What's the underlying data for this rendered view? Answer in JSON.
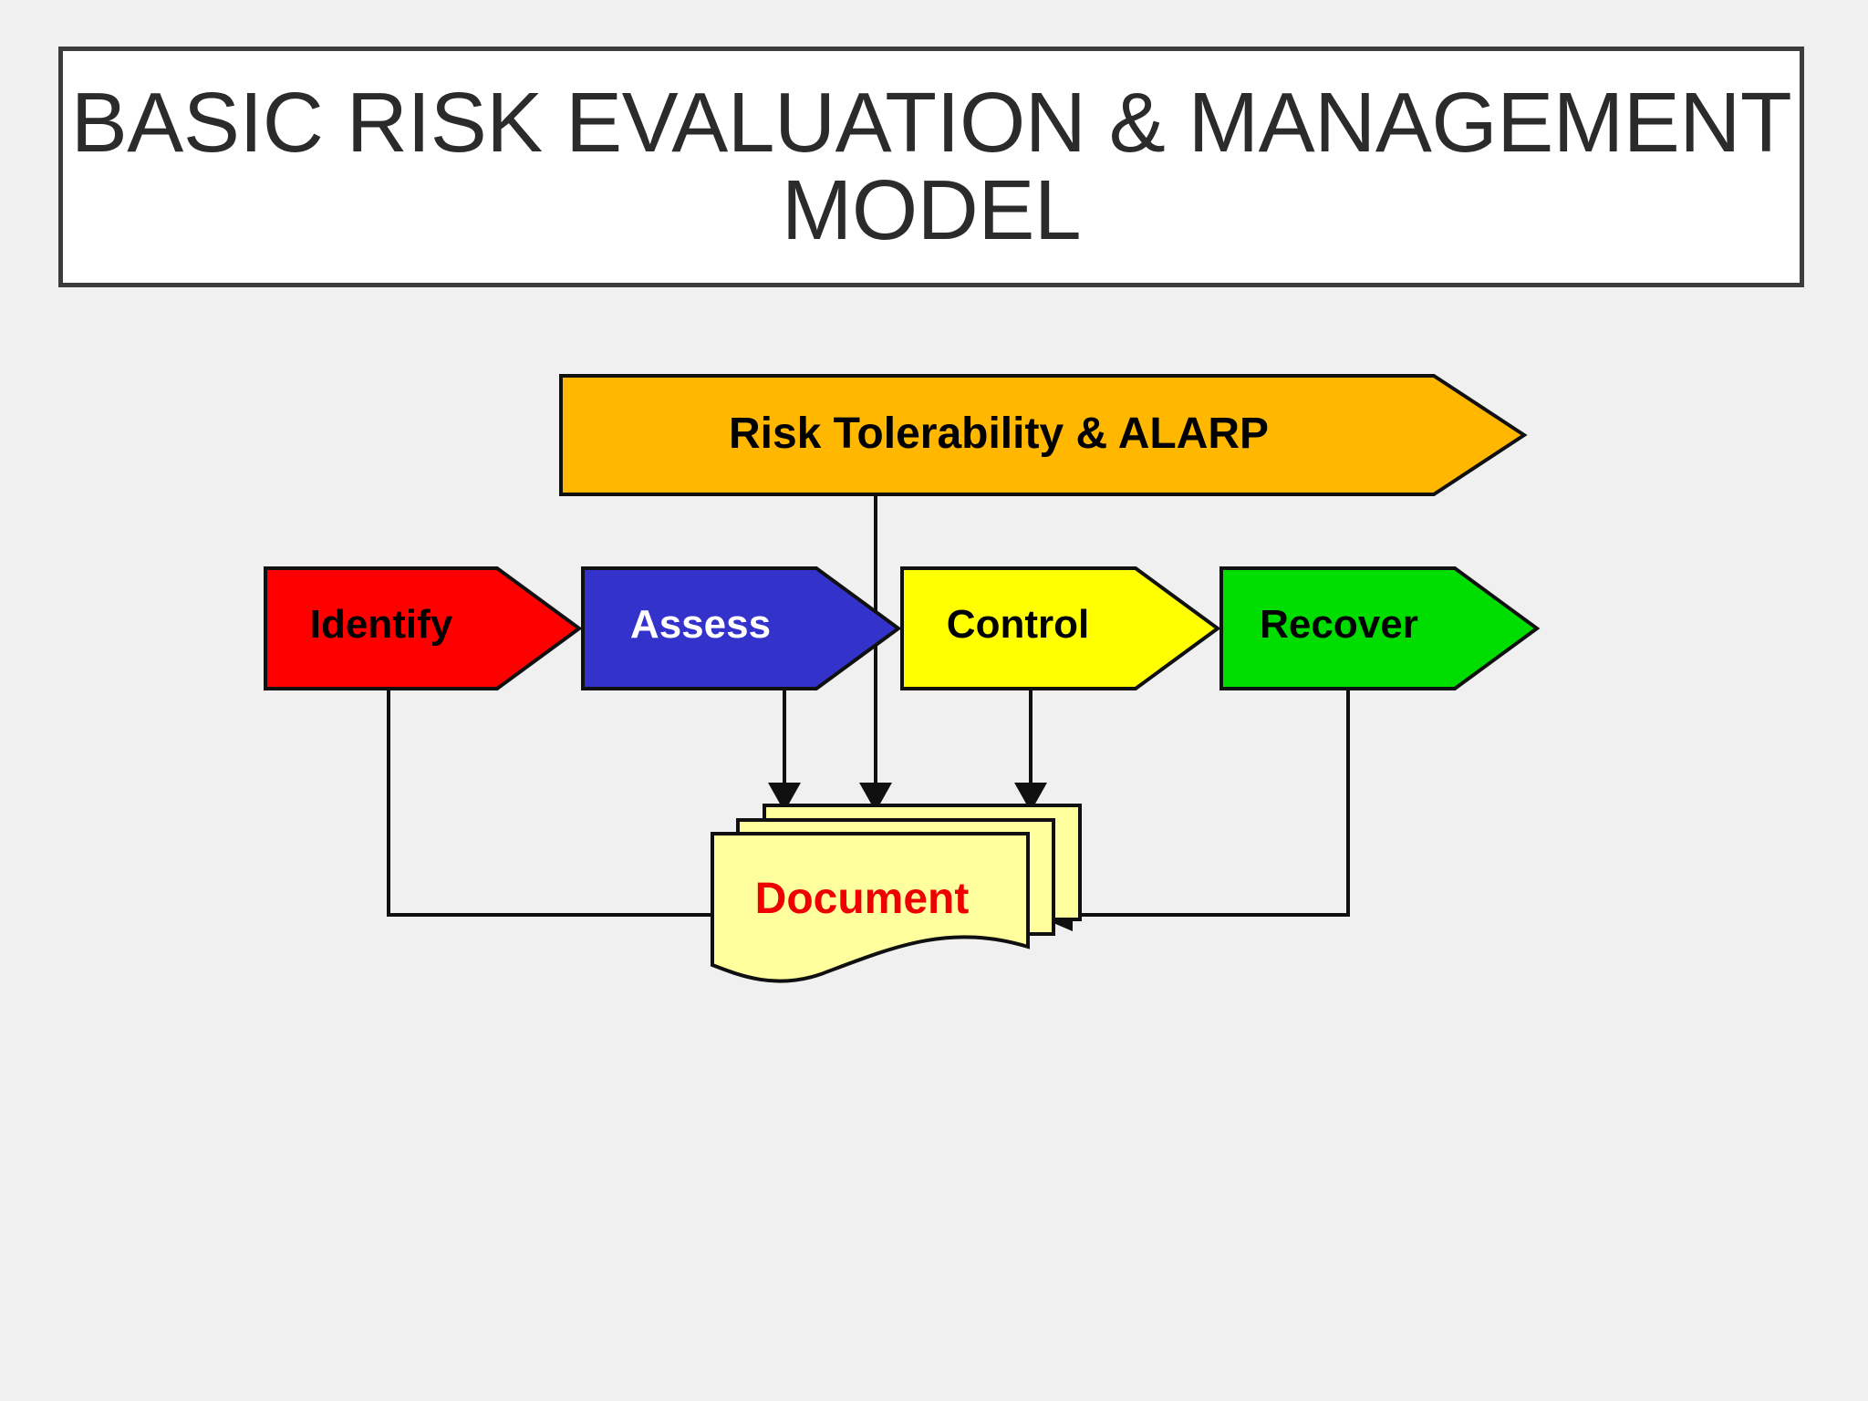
{
  "slide": {
    "background_color": "#f0f0f0",
    "title": "BASIC RISK EVALUATION & MANAGEMENT\nMODEL",
    "title_border_color": "#3c3c3c",
    "title_background": "#ffffff",
    "title_text_color": "#2b2b2b"
  },
  "diagram": {
    "type": "process-flow",
    "banner": {
      "label": "Risk Tolerability & ALARP",
      "fill": "#FFB700",
      "text_color": "#000000",
      "shape": "right-pointing-arrow"
    },
    "stages": [
      {
        "id": "identify",
        "label": "Identify",
        "fill": "#FF0000",
        "text_color": "#000000",
        "shape": "right-pointing-arrow",
        "order": 1
      },
      {
        "id": "assess",
        "label": "Assess",
        "fill": "#3333CC",
        "text_color": "#FFFFFF",
        "shape": "right-pointing-arrow",
        "order": 2
      },
      {
        "id": "control",
        "label": "Control",
        "fill": "#FFFF00",
        "text_color": "#000000",
        "shape": "right-pointing-arrow",
        "order": 3
      },
      {
        "id": "recover",
        "label": "Recover",
        "fill": "#00DD00",
        "text_color": "#000000",
        "shape": "right-pointing-arrow",
        "order": 4
      }
    ],
    "document": {
      "label": "Document",
      "fill": "#FFFF9E",
      "text_color": "#EE0000",
      "shape": "multi-document-stack",
      "sheet_count": 3
    },
    "connectors": [
      {
        "from": "identify",
        "to": "document",
        "path": "down-right",
        "arrowhead": "right"
      },
      {
        "from": "assess",
        "to": "document",
        "path": "down",
        "arrowhead": "down"
      },
      {
        "from": "banner",
        "to": "document",
        "path": "down",
        "arrowhead": "down"
      },
      {
        "from": "control",
        "to": "document",
        "path": "down",
        "arrowhead": "down"
      },
      {
        "from": "recover",
        "to": "document",
        "path": "down-left",
        "arrowhead": "left"
      }
    ],
    "outline_color": "#101010"
  }
}
